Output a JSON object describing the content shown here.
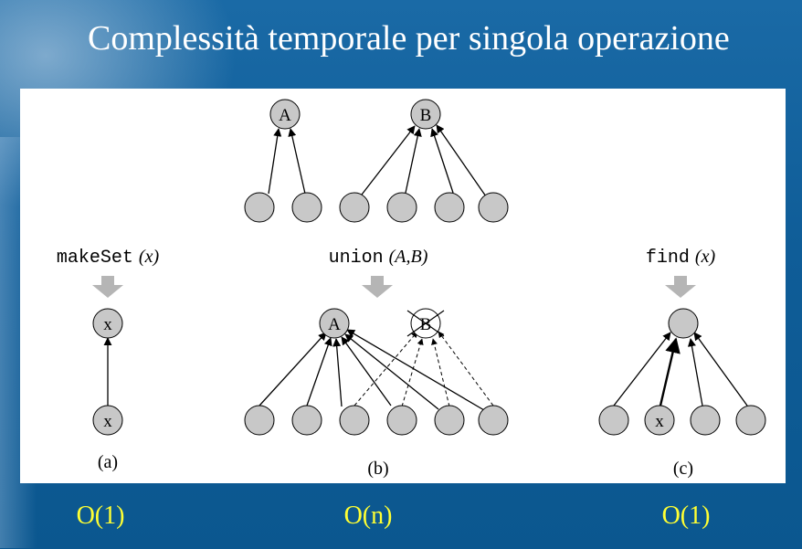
{
  "title": "Complessità temporale per singola operazione",
  "operations": [
    {
      "name": "makeSet",
      "args": "(x)",
      "caption": "(a)",
      "cost": "O(1)"
    },
    {
      "name": "union",
      "args": "(A,B)",
      "caption": "(b)",
      "cost": "O(n)"
    },
    {
      "name": "find",
      "args": "(x)",
      "caption": "(c)",
      "cost": "O(1)"
    }
  ],
  "node_labels": {
    "a": "A",
    "b": "B",
    "x": "x"
  }
}
